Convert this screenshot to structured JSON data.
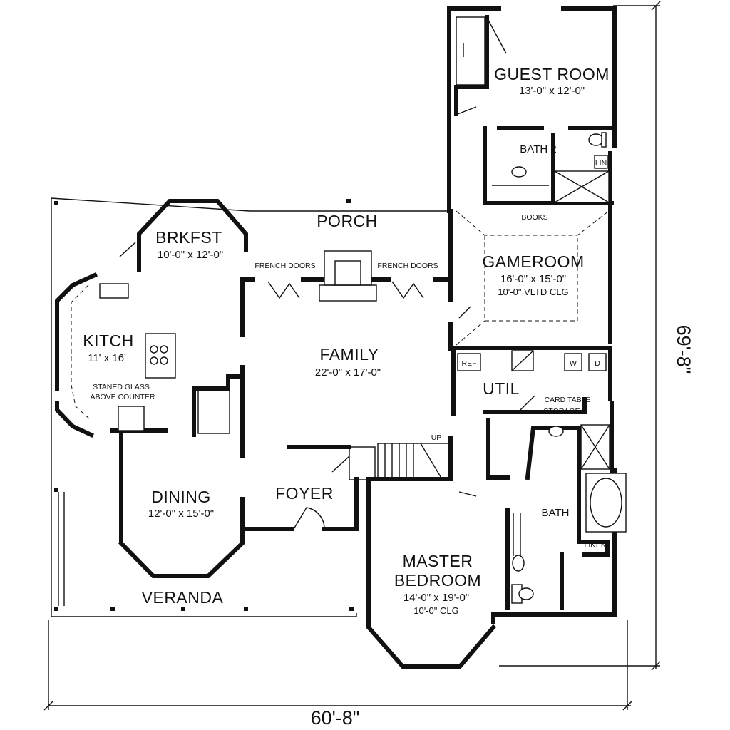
{
  "rooms": {
    "guest_room": {
      "name": "GUEST ROOM",
      "size": "13'-0\" x 12'-0\""
    },
    "bath2": {
      "name": "BATH 2"
    },
    "lin": {
      "name": "LIN"
    },
    "books": {
      "name": "BOOKS"
    },
    "porch": {
      "name": "PORCH"
    },
    "brkfst": {
      "name": "BRKFST",
      "size": "10'-0\" x 12'-0\""
    },
    "french_doors_left": {
      "name": "FRENCH DOORS"
    },
    "french_doors_right": {
      "name": "FRENCH DOORS"
    },
    "gameroom": {
      "name": "GAMEROOM",
      "size": "16'-0\" x 15'-0\"",
      "ceiling": "10'-0\" VLTD CLG"
    },
    "kitch": {
      "name": "KITCH",
      "size": "11' x 16'"
    },
    "stained_glass": {
      "line1": "STANED GLASS",
      "line2": "ABOVE COUNTER"
    },
    "family": {
      "name": "FAMILY",
      "size": "22'-0\" x 17'-0\""
    },
    "ref": {
      "name": "REF"
    },
    "washer": {
      "name": "W"
    },
    "dryer": {
      "name": "D"
    },
    "util": {
      "name": "UTIL"
    },
    "card_table": {
      "line1": "CARD TABLE",
      "line2": "STORAGE"
    },
    "up": {
      "name": "UP"
    },
    "dining": {
      "name": "DINING",
      "size": "12'-0\" x 15'-0\""
    },
    "foyer": {
      "name": "FOYER"
    },
    "bath": {
      "name": "BATH"
    },
    "linen": {
      "name": "LINEN"
    },
    "master": {
      "line1": "MASTER",
      "line2": "BEDROOM",
      "size": "14'-0\" x 19'-0\"",
      "ceiling": "10'-0\" CLG"
    },
    "veranda": {
      "name": "VERANDA"
    }
  },
  "dimensions": {
    "width": "60'-8\"",
    "depth": "69'-8\""
  }
}
